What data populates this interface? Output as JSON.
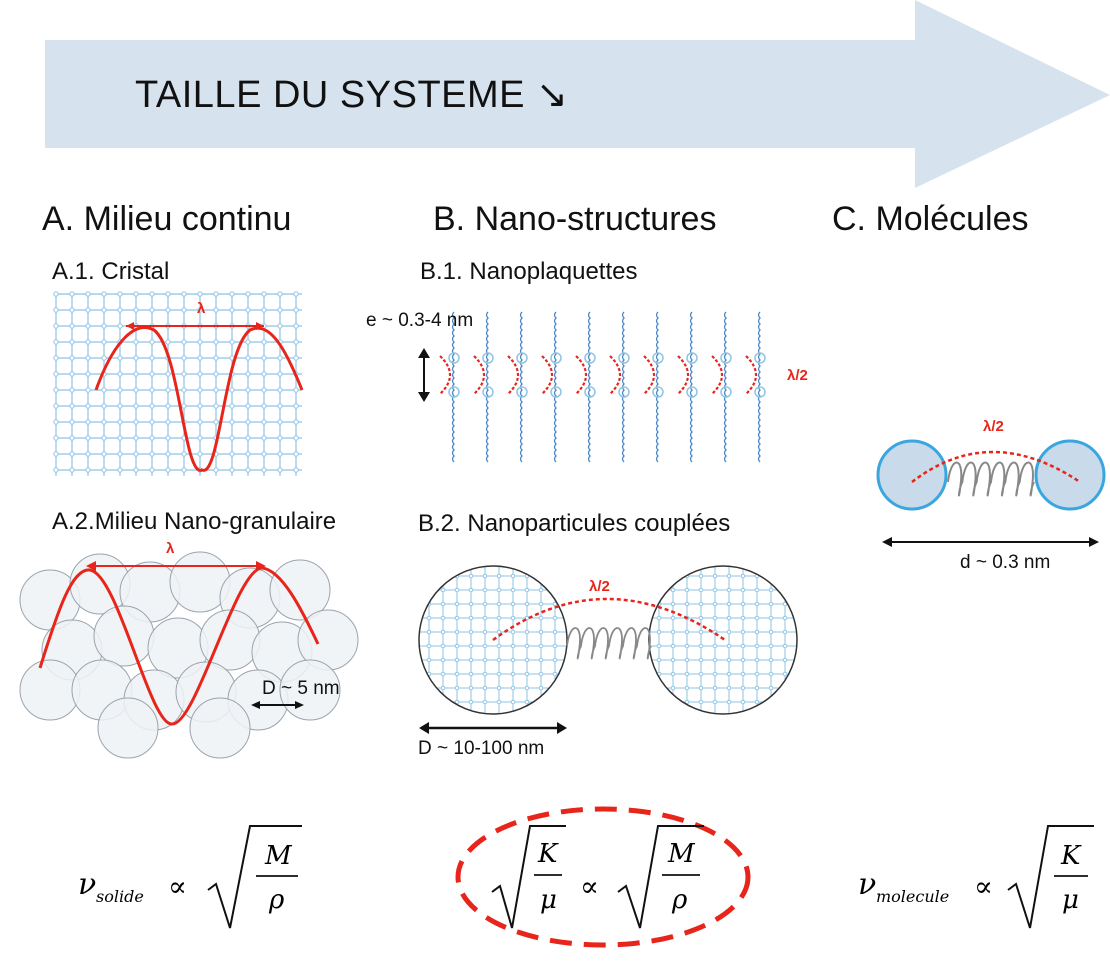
{
  "arrow": {
    "label": "TAILLE DU SYSTEME ↘",
    "color": "#d6e3ef"
  },
  "sections": {
    "a": {
      "title": "A. Milieu continu",
      "a1": {
        "title": "A.1. Cristal",
        "lambda": "λ"
      },
      "a2": {
        "title": "A.2.Milieu Nano-granulaire",
        "lambda": "λ",
        "size": "D ~ 5 nm"
      },
      "equation": {
        "nu": "ν",
        "sub": "solide",
        "prop": "∝",
        "num": "M",
        "den": "ρ"
      }
    },
    "b": {
      "title": "B. Nano-structures",
      "b1": {
        "title": "B.1. Nanoplaquettes",
        "thickness": "e ~ 0.3-4 nm",
        "half_lambda": "λ/2"
      },
      "b2": {
        "title": "B.2. Nanoparticules couplées",
        "half_lambda": "λ/2",
        "size": "D ~ 10-100 nm"
      },
      "equation": {
        "num1": "K",
        "den1": "μ",
        "prop": "∝",
        "num2": "M",
        "den2": "ρ"
      }
    },
    "c": {
      "title": "C. Molécules",
      "half_lambda": "λ/2",
      "size": "d ~ 0.3 nm",
      "equation": {
        "nu": "ν",
        "sub": "molecule",
        "prop": "∝",
        "num": "K",
        "den": "μ"
      }
    }
  },
  "colors": {
    "wave": "#e8251b",
    "lattice": "#8ec4e6",
    "atom": "#3aa6e0",
    "spring": "#888888"
  }
}
